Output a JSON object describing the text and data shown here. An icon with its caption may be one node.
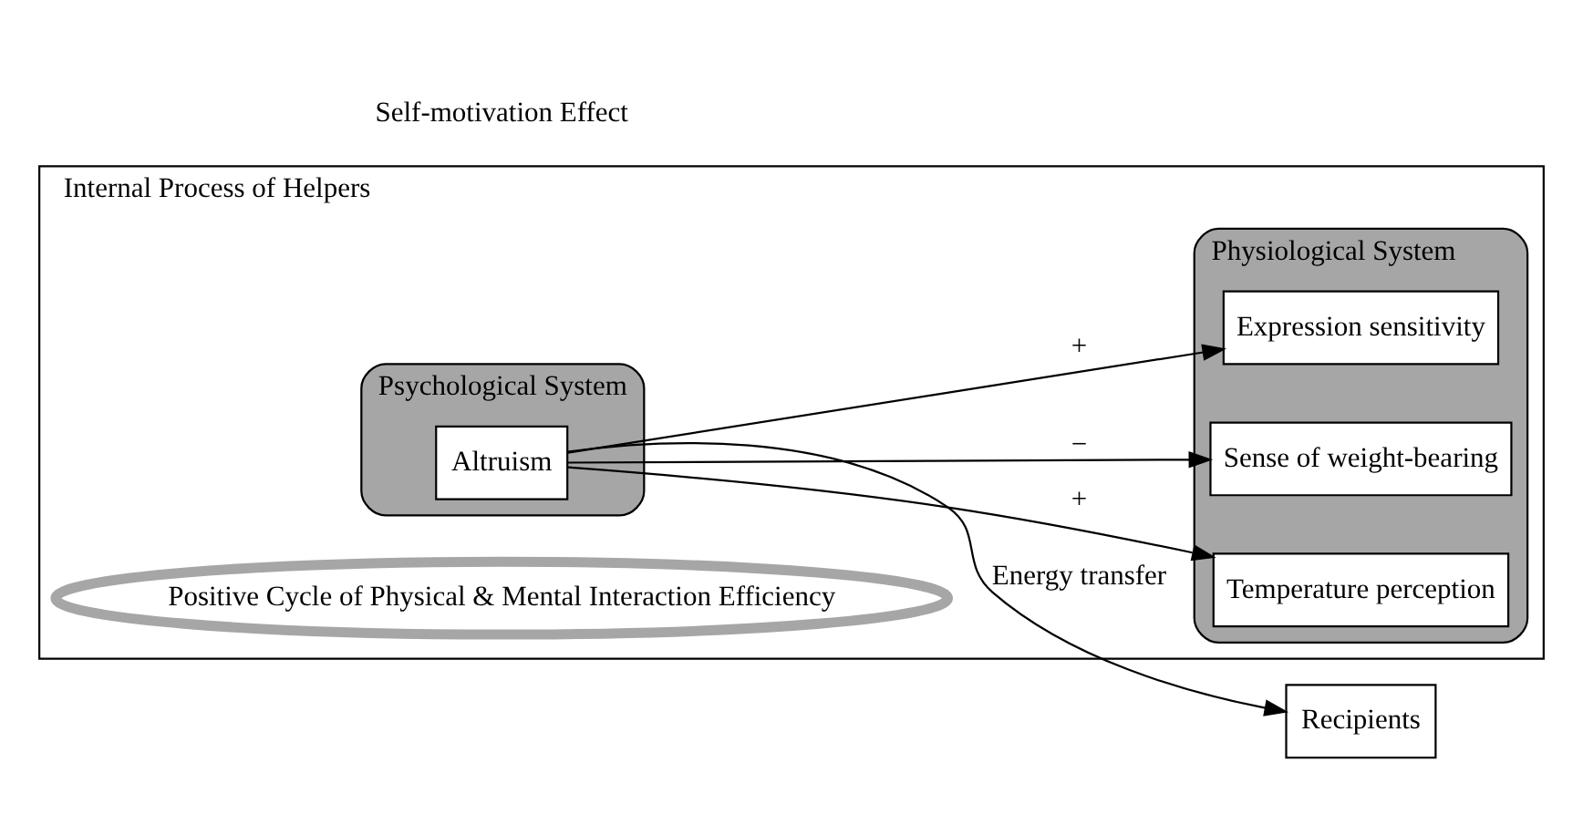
{
  "diagram": {
    "nodes": [
      {
        "text": [
          "Internal Process of Helpers"
        ]
      },
      {
        "text": [
          "Psychological System"
        ],
        "in": 0
      },
      {
        "text": [
          "Altruism"
        ],
        "in": 1
      },
      {
        "text": [
          "Physiological System"
        ],
        "in": 0
      },
      {
        "text": [
          "Temperature perception"
        ],
        "in": 3
      },
      {
        "text": [
          "Sense of weight-bearing"
        ],
        "in": 3
      },
      {
        "text": [
          "Expression sensitivity"
        ],
        "in": 3
      },
      {
        "text": [
          "Recipients"
        ]
      },
      {
        "text": [
          "Positive Cycle of Physical & Mental Interaction Efficiency"
        ],
        "in": 0
      }
    ],
    "edges": [
      {
        "from": 2,
        "to": 7,
        "arrow": "to",
        "label": "Energy transfer"
      },
      {
        "from": 2,
        "to": 4,
        "arrow": "to",
        "label": "+"
      },
      {
        "from": 2,
        "to": 5,
        "arrow": "to",
        "label": "−"
      },
      {
        "from": 2,
        "to": 6,
        "arrow": "to",
        "label": "+"
      }
    ],
    "labels": [
      "Self-motivation Effect"
    ]
  }
}
